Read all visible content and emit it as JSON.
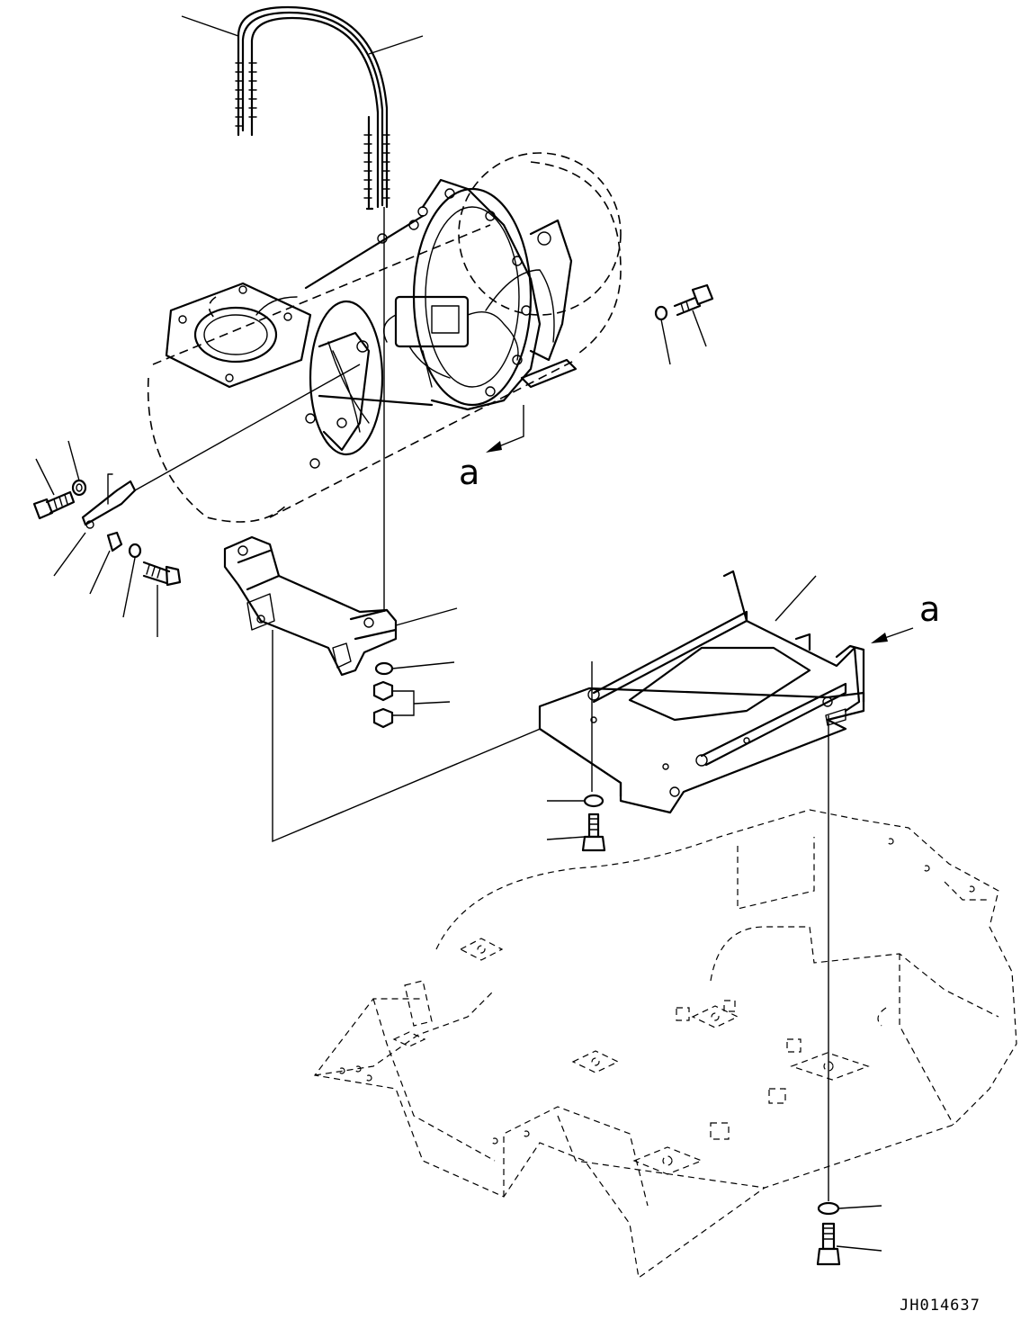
{
  "view_labels": {
    "arrow_a_top": "a",
    "arrow_a_right": "a"
  },
  "drawing_number": "JH014637",
  "parts": [
    "u-bolt",
    "transmission",
    "fuel-tank",
    "mount-bracket",
    "washer",
    "nut",
    "bracket-plate",
    "frame-plate",
    "revolving-frame",
    "bolt"
  ]
}
